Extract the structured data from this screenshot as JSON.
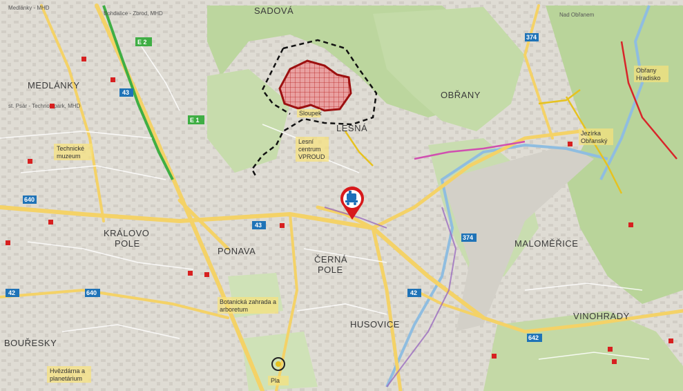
{
  "map": {
    "districts": [
      {
        "id": "sadova",
        "label": "SADOVÁ"
      },
      {
        "id": "medlanky",
        "label": "MEDLÁNKY"
      },
      {
        "id": "obrany",
        "label": "OBŘANY"
      },
      {
        "id": "lesna",
        "label": "LESNÁ"
      },
      {
        "id": "kralovo-pole-1",
        "label": "KRÁLOVO"
      },
      {
        "id": "kralovo-pole-2",
        "label": "POLE"
      },
      {
        "id": "ponava",
        "label": "PONAVA"
      },
      {
        "id": "cerna-pole-1",
        "label": "ČERNÁ"
      },
      {
        "id": "cerna-pole-2",
        "label": "POLE"
      },
      {
        "id": "malomerice",
        "label": "MALOMĚŘICE"
      },
      {
        "id": "husovice",
        "label": "HUSOVICE"
      },
      {
        "id": "vinohrady",
        "label": "VINOHRADY"
      },
      {
        "id": "bohunice",
        "label": "BOUŘESKY"
      }
    ],
    "small_labels": {
      "stop_top": "Medlánky - MHD",
      "stop_2": "Bohdalice - Zbrod, MHD",
      "stop_left": "st. Psár - Technol. park, MHD",
      "road_top_right": "Nad Obřanem"
    },
    "pois": {
      "lesna_center_1": "Lesní",
      "lesna_center_2": "centrum",
      "lesna_center_3": "VPROUD",
      "reserve_label": "Sloupek",
      "medlanky_poi_1": "Technické",
      "medlanky_poi_2": "muzeum",
      "ponava_poi_1": "Botanická zahrada a",
      "ponava_poi_2": "arboretum",
      "bottom_left_poi_1": "Hvězdárna a",
      "bottom_left_poi_2": "planetárium",
      "bottom_poi": "Pla",
      "top_right_poi_1": "Jezírka",
      "top_right_poi_2": "Obřanský",
      "right_poi_1": "Obřany",
      "right_poi_2": "Hradisko"
    },
    "road_numbers": [
      "43",
      "640",
      "374",
      "42",
      "642",
      "43",
      "374",
      "42",
      "640"
    ],
    "highway_signs": [
      "E 2",
      "E 1"
    ],
    "colors": {
      "reserve_fill": "#e28a8a",
      "reserve_border": "#b01818",
      "forest": "#c6dca7",
      "urban": "#d9d6cf",
      "main_road": "#f5d46a",
      "marker": "#d7191c",
      "train_icon": "#1e6fb8"
    }
  }
}
